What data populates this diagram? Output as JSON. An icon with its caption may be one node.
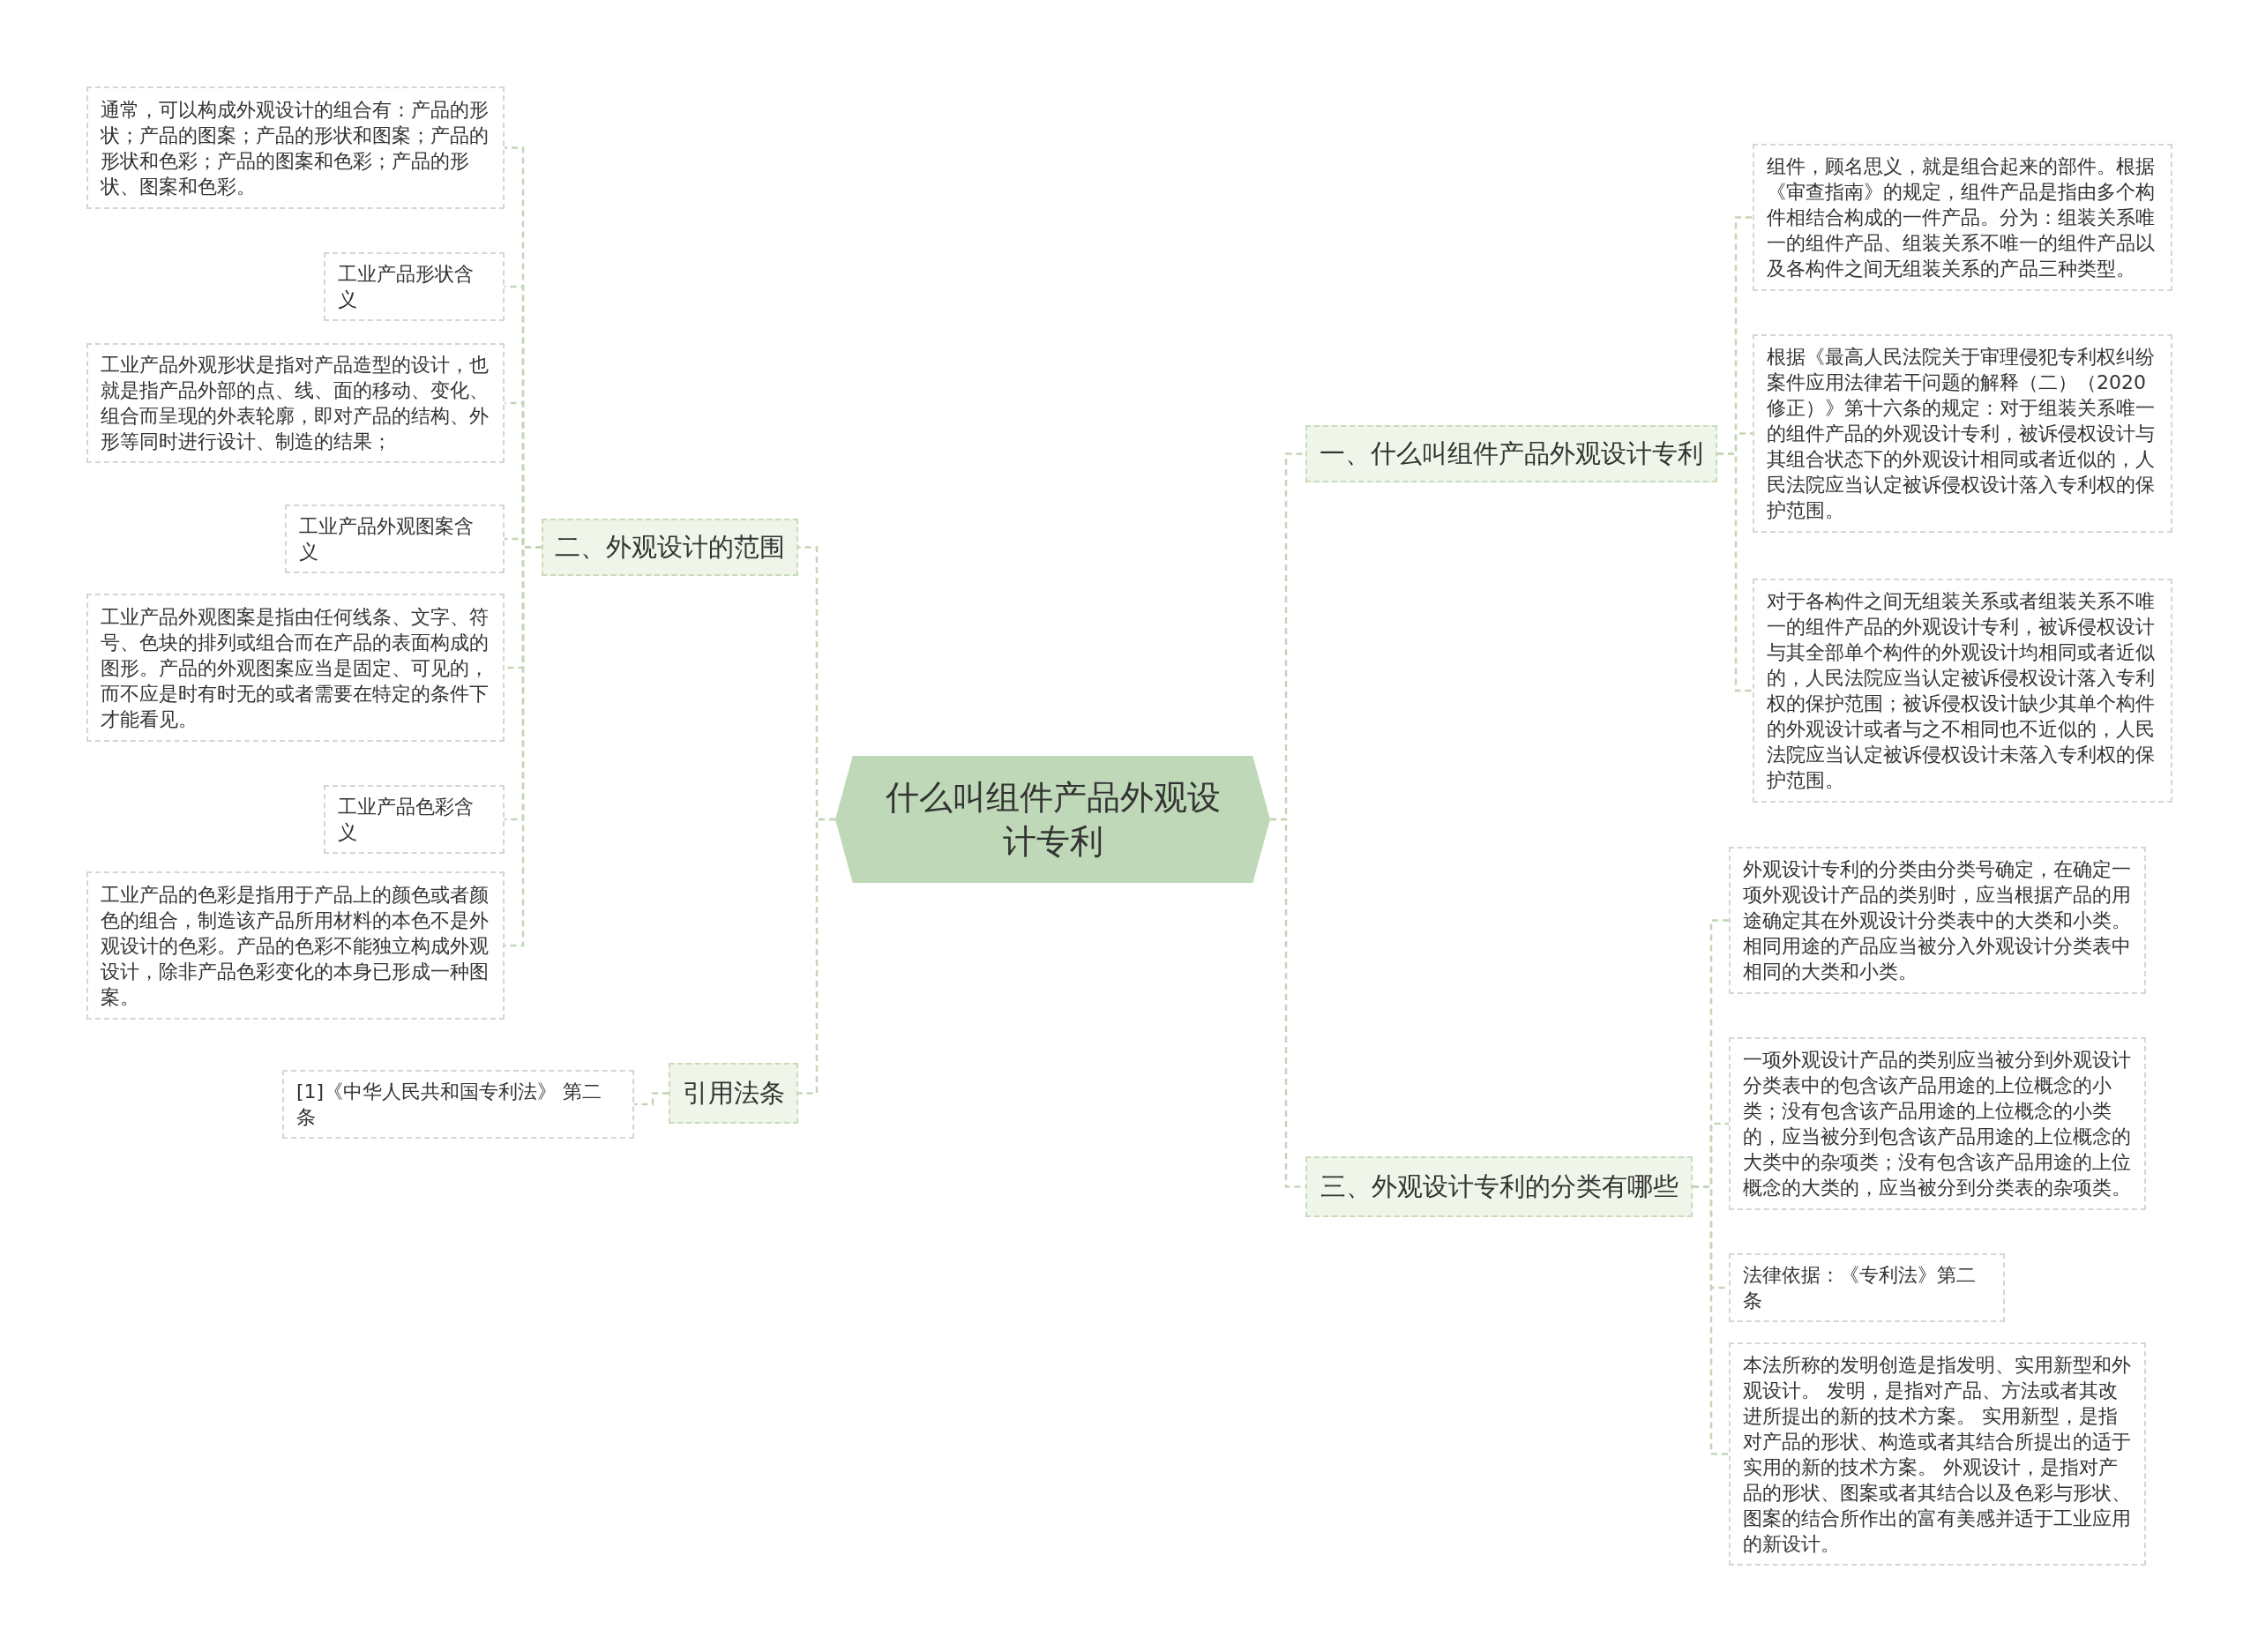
{
  "diagram": {
    "nodes": [
      {
        "text": [
          "什么叫组件产品外观设计专利"
        ]
      },
      {
        "text": [
          "一、什么叫组件产品外观设计专利"
        ]
      },
      {
        "text": [
          "组件，顾名思义，就是组合起来的部件。根据《审查指南》的规定，组件产品是指由多个构件相结合构成的一件产品。分为：组装关系唯一的组件产品、组装关系不唯一的组件产品以及各构件之间无组装关系的产品三种类型。"
        ]
      },
      {
        "text": [
          "根据《最高人民法院关于审理侵犯专利权纠纷案件应用法律若干问题的解释（二）（2020修正）》第十六条的规定：对于组装关系唯一的组件产品的外观设计专利，被诉侵权设计与其组合状态下的外观设计相同或者近似的，人民法院应当认定被诉侵权设计落入专利权的保护范围。"
        ]
      },
      {
        "text": [
          "对于各构件之间无组装关系或者组装关系不唯一的组件产品的外观设计专利，被诉侵权设计与其全部单个构件的外观设计均相同或者近似的，人民法院应当认定被诉侵权设计落入专利权的保护范围；被诉侵权设计缺少其单个构件的外观设计或者与之不相同也不近似的，人民法院应当认定被诉侵权设计未落入专利权的保护范围。"
        ]
      },
      {
        "text": [
          "二、外观设计的范围"
        ]
      },
      {
        "text": [
          "通常，可以构成外观设计的组合有：产品的形状；产品的图案；产品的形状和图案；产品的形状和色彩；产品的图案和色彩；产品的形状、图案和色彩。"
        ]
      },
      {
        "text": [
          "工业产品形状含义"
        ]
      },
      {
        "text": [
          "工业产品外观形状是指对产品造型的设计，也就是指产品外部的点、线、面的移动、变化、组合而呈现的外表轮廓，即对产品的结构、外形等同时进行设计、制造的结果；"
        ]
      },
      {
        "text": [
          "工业产品外观图案含义"
        ]
      },
      {
        "text": [
          "工业产品外观图案是指由任何线条、文字、符号、色块的排列或组合而在产品的表面构成的图形。产品的外观图案应当是固定、可见的，而不应是时有时无的或者需要在特定的条件下才能看见。"
        ]
      },
      {
        "text": [
          "工业产品色彩含义"
        ]
      },
      {
        "text": [
          "工业产品的色彩是指用于产品上的颜色或者颜色的组合，制造该产品所用材料的本色不是外观设计的色彩。产品的色彩不能独立构成外观设计，除非产品色彩变化的本身已形成一种图案。"
        ]
      },
      {
        "text": [
          "引用法条"
        ]
      },
      {
        "text": [
          "[1]《中华人民共和国专利法》 第二条"
        ]
      },
      {
        "text": [
          "三、外观设计专利的分类有哪些"
        ]
      },
      {
        "text": [
          "外观设计专利的分类由分类号确定，在确定一项外观设计产品的类别时，应当根据产品的用途确定其在外观设计分类表中的大类和小类。相同用途的产品应当被分入外观设计分类表中相同的大类和小类。"
        ]
      },
      {
        "text": [
          "一项外观设计产品的类别应当被分到外观设计分类表中的包含该产品用途的上位概念的小类；没有包含该产品用途的上位概念的小类的，应当被分到包含该产品用途的上位概念的大类中的杂项类；没有包含该产品用途的上位概念的大类的，应当被分到分类表的杂项类。"
        ]
      },
      {
        "text": [
          "法律依据：《专利法》第二条"
        ]
      },
      {
        "text": [
          "本法所称的发明创造是指发明、实用新型和外观设计。 发明，是指对产品、方法或者其改进所提出的新的技术方案。 实用新型，是指对产品的形状、构造或者其结合所提出的适于实用的新的技术方案。 外观设计，是指对产品的形状、图案或者其结合以及色彩与形状、图案的结合所作出的富有美感并适于工业应用的新设计。"
        ]
      }
    ],
    "edges": [
      {
        "from": 0,
        "to": 1,
        "arrow": "none"
      },
      {
        "from": 1,
        "to": 2,
        "arrow": "none"
      },
      {
        "from": 1,
        "to": 3,
        "arrow": "none"
      },
      {
        "from": 1,
        "to": 4,
        "arrow": "none"
      },
      {
        "from": 0,
        "to": 5,
        "arrow": "none"
      },
      {
        "from": 5,
        "to": 6,
        "arrow": "none"
      },
      {
        "from": 5,
        "to": 7,
        "arrow": "none"
      },
      {
        "from": 5,
        "to": 8,
        "arrow": "none"
      },
      {
        "from": 5,
        "to": 9,
        "arrow": "none"
      },
      {
        "from": 5,
        "to": 10,
        "arrow": "none"
      },
      {
        "from": 5,
        "to": 11,
        "arrow": "none"
      },
      {
        "from": 5,
        "to": 12,
        "arrow": "none"
      },
      {
        "from": 0,
        "to": 13,
        "arrow": "none"
      },
      {
        "from": 13,
        "to": 14,
        "arrow": "none"
      },
      {
        "from": 0,
        "to": 15,
        "arrow": "none"
      },
      {
        "from": 15,
        "to": 16,
        "arrow": "none"
      },
      {
        "from": 15,
        "to": 17,
        "arrow": "none"
      },
      {
        "from": 15,
        "to": 18,
        "arrow": "none"
      },
      {
        "from": 15,
        "to": 19,
        "arrow": "none"
      }
    ]
  }
}
